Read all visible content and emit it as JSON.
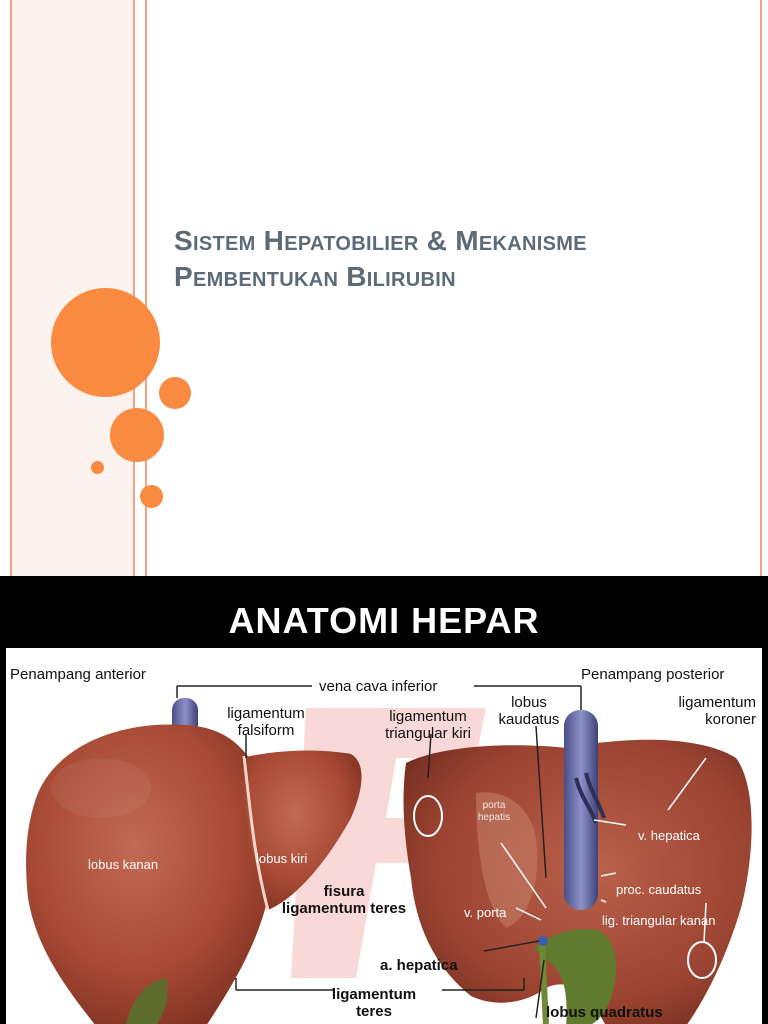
{
  "slide1": {
    "title_line1": "Sistem Hepatobilier & Mekanisme",
    "title_line2": "Pembentukan Bilirubin"
  },
  "slide2": {
    "banner_title": "ANATOMI HEPAR",
    "labels": {
      "penampang_anterior": "Penampang anterior",
      "penampang_posterior": "Penampang posterior",
      "vena_cava_inferior": "vena cava inferior",
      "lig_falsiform_1": "ligamentum",
      "lig_falsiform_2": "falsiform",
      "lig_tri_kiri_1": "ligamentum",
      "lig_tri_kiri_2": "triangular kiri",
      "lobus_kaudatus_1": "lobus",
      "lobus_kaudatus_2": "kaudatus",
      "lig_koroner_1": "ligamentum",
      "lig_koroner_2": "koroner",
      "lobus_kanan": "lobus kanan",
      "lobus_kiri": "lobus kiri",
      "porta_hepatis_1": "porta",
      "porta_hepatis_2": "hepatis",
      "v_hepatica": "v. hepatica",
      "fisura_1": "fisura",
      "fisura_2": "ligamentum teres",
      "v_porta": "v. porta",
      "proc_caudatus": "proc. caudatus",
      "lig_tri_kanan": "lig. triangular kanan",
      "a_hepatica": "a. hepatica",
      "lig_teres_1": "ligamentum",
      "lig_teres_2": "teres",
      "lobus_quadratus": "lobus quadratus"
    }
  }
}
